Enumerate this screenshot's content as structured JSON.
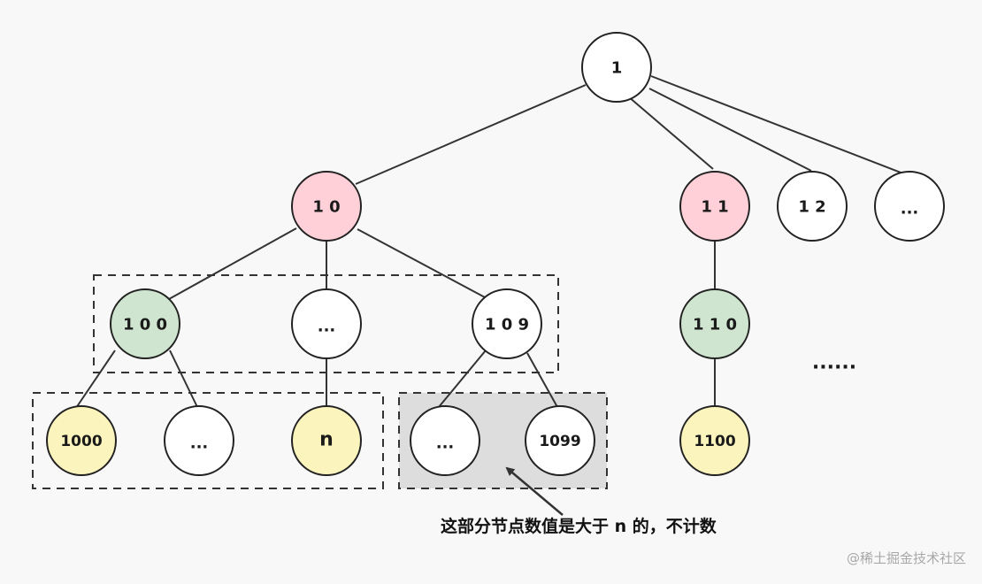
{
  "colors": {
    "background": "#f8f8f8",
    "node_fill_default": "#ffffff",
    "node_fill_pink": "#ffd0d8",
    "node_fill_green": "#cfe5cf",
    "node_fill_yellow": "#fbf4bd",
    "node_stroke": "#222222",
    "excluded_group_fill": "#dddddd"
  },
  "nodes": {
    "root": "1",
    "n10": "1 0",
    "n11": "1 1",
    "n12": "1 2",
    "l1_more": "...",
    "n100": "1 0 0",
    "l2_mid": "...",
    "n109": "1 0 9",
    "n110": "1 1 0",
    "n1000": "1000",
    "l3_a": "...",
    "n_leaf": "n",
    "l3_b": "...",
    "n1099": "1099",
    "n1100": "1100"
  },
  "ellipsis_more": "......",
  "annotation": "这部分节点数值是大于 n 的，不计数",
  "watermark": "@稀土掘金技术社区"
}
